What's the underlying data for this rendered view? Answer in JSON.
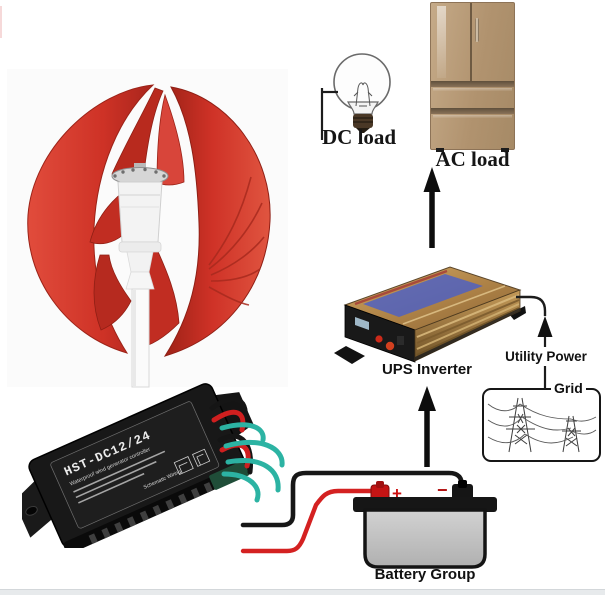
{
  "diagram": {
    "labels": {
      "dc_load": "DC load",
      "ac_load": "AC load",
      "ups_inverter": "UPS Inverter",
      "utility_power": "Utility Power",
      "grid": "Grid",
      "battery_group": "Battery Group"
    },
    "controller": {
      "model": "HST-DC12/24",
      "subtitle": "Waterproof wind generator controller",
      "schematic_label": "Schematic Wiring"
    },
    "battery": {
      "plus_symbol": "+",
      "minus_symbol": "−"
    },
    "components": [
      {
        "name": "wind-turbine"
      },
      {
        "name": "dc-load-bulb"
      },
      {
        "name": "ac-load-refrigerator"
      },
      {
        "name": "ups-inverter"
      },
      {
        "name": "utility-grid-towers"
      },
      {
        "name": "battery-group"
      },
      {
        "name": "charge-controller"
      }
    ],
    "colors": {
      "turbine_red": "#ce3226",
      "wire_red": "#d42121",
      "wire_black": "#1b1b1b",
      "wire_teal": "#2cb3a3",
      "inverter_gold": "#b08448",
      "inverter_stripe_blue": "#4a5fc8",
      "fridge_gold": "#b89a78",
      "battery_gray": "#c9c9c9",
      "line_black": "#111111"
    }
  }
}
